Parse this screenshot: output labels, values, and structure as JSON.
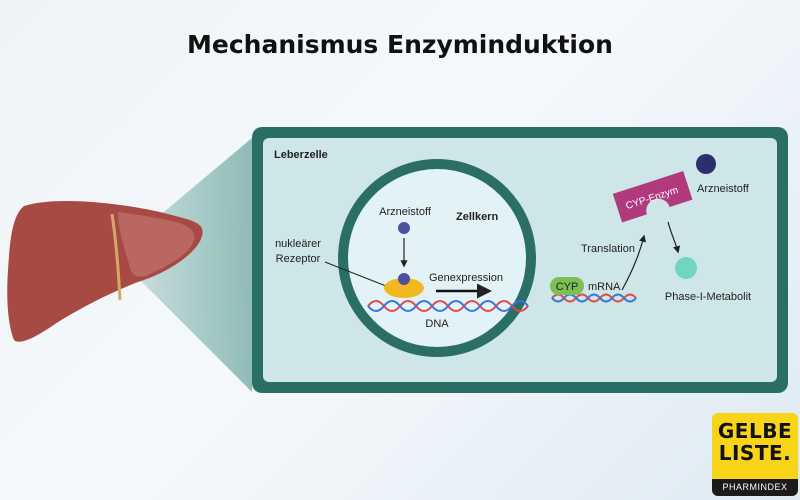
{
  "title": "Mechanismus Enzyminduktion",
  "labels": {
    "cell": "Leberzelle",
    "nucleus": "Zellkern",
    "drug_in_nucleus": "Arzneistoff",
    "receptor_line1": "nukleärer",
    "receptor_line2": "Rezeptor",
    "gene_expression": "Genexpression",
    "dna": "DNA",
    "cyp": "CYP",
    "mrna": "mRNA",
    "translation": "Translation",
    "cyp_enzyme": "CYP-Enzym",
    "drug_outside": "Arzneistoff",
    "metabolite": "Phase-I-Metabolit"
  },
  "brand": {
    "line1": "GELBE",
    "line2": "LISTE.",
    "sub": "PHARMINDEX"
  },
  "colors": {
    "panel_border": "#2a6e66",
    "panel_fill": "#cfe6e8",
    "liver": "#a74a44",
    "drug": "#4f4fa0",
    "receptor": "#f2b820",
    "cyp_box": "#7cbf54",
    "enzyme": "#b03a7c",
    "drug_dark": "#2b2f6b",
    "metabolite": "#6fd6c2",
    "brand_yellow": "#f7d417"
  }
}
